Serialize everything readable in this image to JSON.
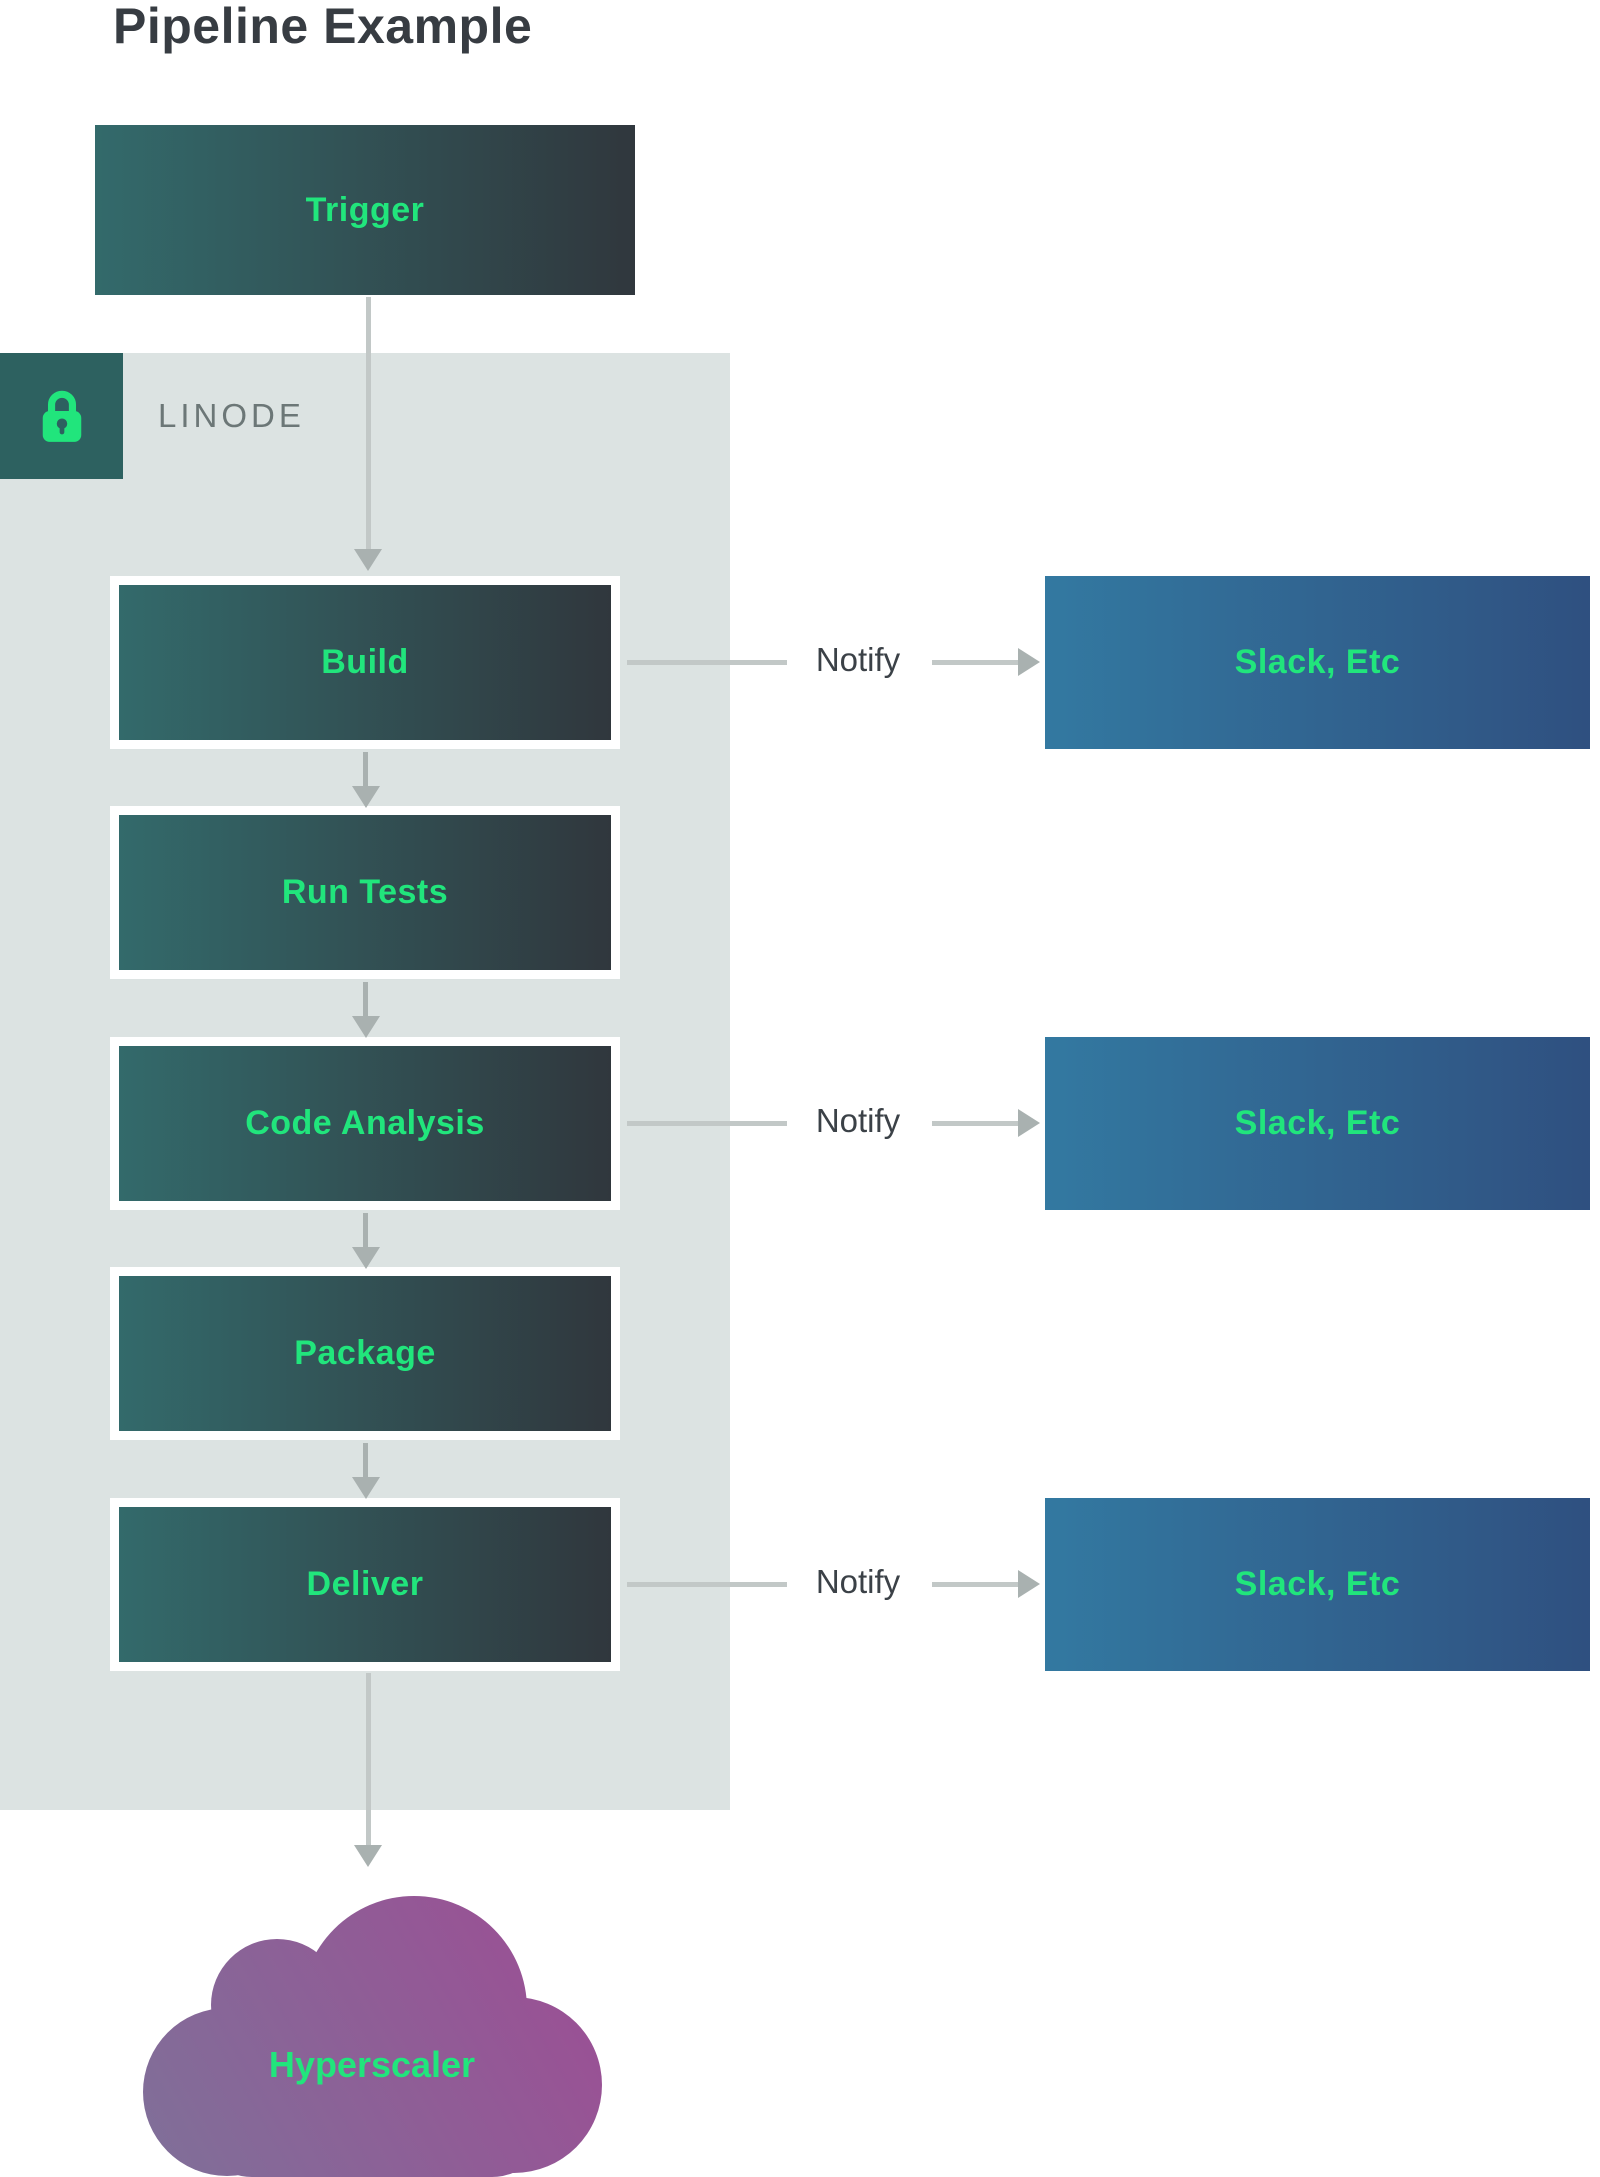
{
  "title": "Pipeline Example",
  "trigger": {
    "label": "Trigger"
  },
  "container": {
    "label": "LINODE"
  },
  "stages": [
    {
      "label": "Build"
    },
    {
      "label": "Run Tests"
    },
    {
      "label": "Code Analysis"
    },
    {
      "label": "Package"
    },
    {
      "label": "Deliver"
    }
  ],
  "notifications": [
    {
      "from": "Build",
      "label": "Notify",
      "target": "Slack, Etc"
    },
    {
      "from": "Code Analysis",
      "label": "Notify",
      "target": "Slack, Etc"
    },
    {
      "from": "Deliver",
      "label": "Notify",
      "target": "Slack, Etc"
    }
  ],
  "destination": {
    "label": "Hyperscaler"
  },
  "colors": {
    "accent_green": "#21E57C",
    "title_text": "#373C42",
    "stage_grad_a": "#336A6B",
    "stage_grad_b": "#30373D",
    "slack_grad_a": "#3379A1",
    "slack_grad_b": "#2F5080",
    "container_bg": "#DCE3E2",
    "lock_bg": "#2D6160",
    "muted_label": "#6C7777",
    "notify_text": "#3B4147",
    "arrow_line": "#C2C8C7",
    "arrow_head": "#A9B1B0",
    "cloud_grad_a": "#7F7099",
    "cloud_grad_b": "#9D4D94",
    "box_border": "#FFFFFF"
  }
}
